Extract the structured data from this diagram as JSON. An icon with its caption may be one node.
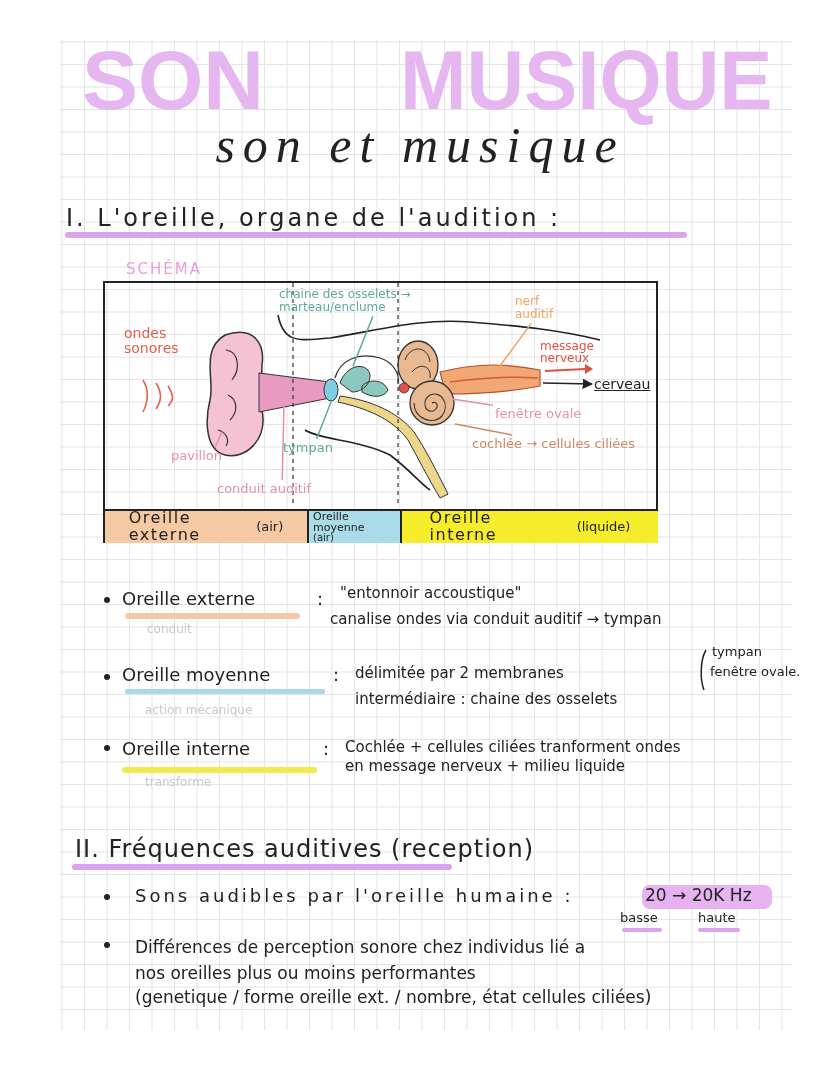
{
  "diagram": {
    "title": "son et musique",
    "nodes": [
      {
        "text": [],
        "shape": "box"
      },
      {
        "text": [
          "chaine des osselets → marteau/enclume"
        ],
        "in": 0
      },
      {
        "text": [
          "nerf auditif"
        ],
        "in": 0
      },
      {
        "text": [
          "cerveau"
        ],
        "in": 0
      },
      {
        "text": [
          "fenêtre ovale"
        ],
        "in": 0
      },
      {
        "text": [
          "cochlée → cellules ciliées"
        ],
        "in": 0
      },
      {
        "text": [
          "tympan"
        ],
        "in": 0
      },
      {
        "text": [
          "pavillon"
        ],
        "in": 0
      },
      {
        "text": [
          "conduit auditif"
        ],
        "in": 0
      },
      {
        "text": [
          "Oreille externe",
          "(air)"
        ],
        "in": 0
      },
      {
        "text": [
          "Oreille moyenne",
          "(air)"
        ],
        "in": 0
      },
      {
        "text": [
          "Oreille interne",
          "(liquide)"
        ],
        "in": 0
      }
    ],
    "edges": [
      {
        "from": 1,
        "to": null,
        "arrow": "none",
        "color": "#5fa9a0"
      },
      {
        "from": 2,
        "to": null,
        "arrow": "none",
        "color": "#f0a35e"
      },
      {
        "from": null,
        "to": 3,
        "arrow": "to",
        "color": "#222222"
      },
      {
        "from": 4,
        "to": null,
        "arrow": "none"
      },
      {
        "from": 5,
        "to": null,
        "arrow": "none",
        "color": "#c98a63"
      },
      {
        "from": 6,
        "to": null,
        "arrow": "none",
        "color": "#5fa9a0"
      },
      {
        "from": 7,
        "to": null,
        "arrow": "none"
      },
      {
        "from": 8,
        "to": null,
        "arrow": "none"
      }
    ],
    "labels": [
      "SON",
      "MUSIQUE",
      "I. L'oreille, organe de l'audition :",
      "SCHÉMA",
      "ondes sonores",
      "message nerveux",
      "Oreille externe",
      ":",
      "\"entonnoir accoustique\"",
      "canalise ondes via conduit auditif → tympan",
      "conduit",
      "Oreille moyenne",
      ":",
      "délimitée par 2 membranes",
      "tympan",
      "fenêtre ovale.",
      "intermédiaire : chaine des osselets",
      "action mécanique",
      "Oreille interne",
      ":",
      "Cochlée + cellules ciliées tranforment ondes en message nerveux + milieu liquide",
      "transforme",
      "II. Fréquences auditives (reception)",
      "Sons audibles par l'oreille humaine :",
      "20 → 20K Hz",
      "basse",
      "haute",
      "Différences de perception sonore chez individus lié a nos oreilles plus ou moins performantes",
      "(genetique / forme oreille ext. / nombre, état cellules ciliées)"
    ]
  }
}
